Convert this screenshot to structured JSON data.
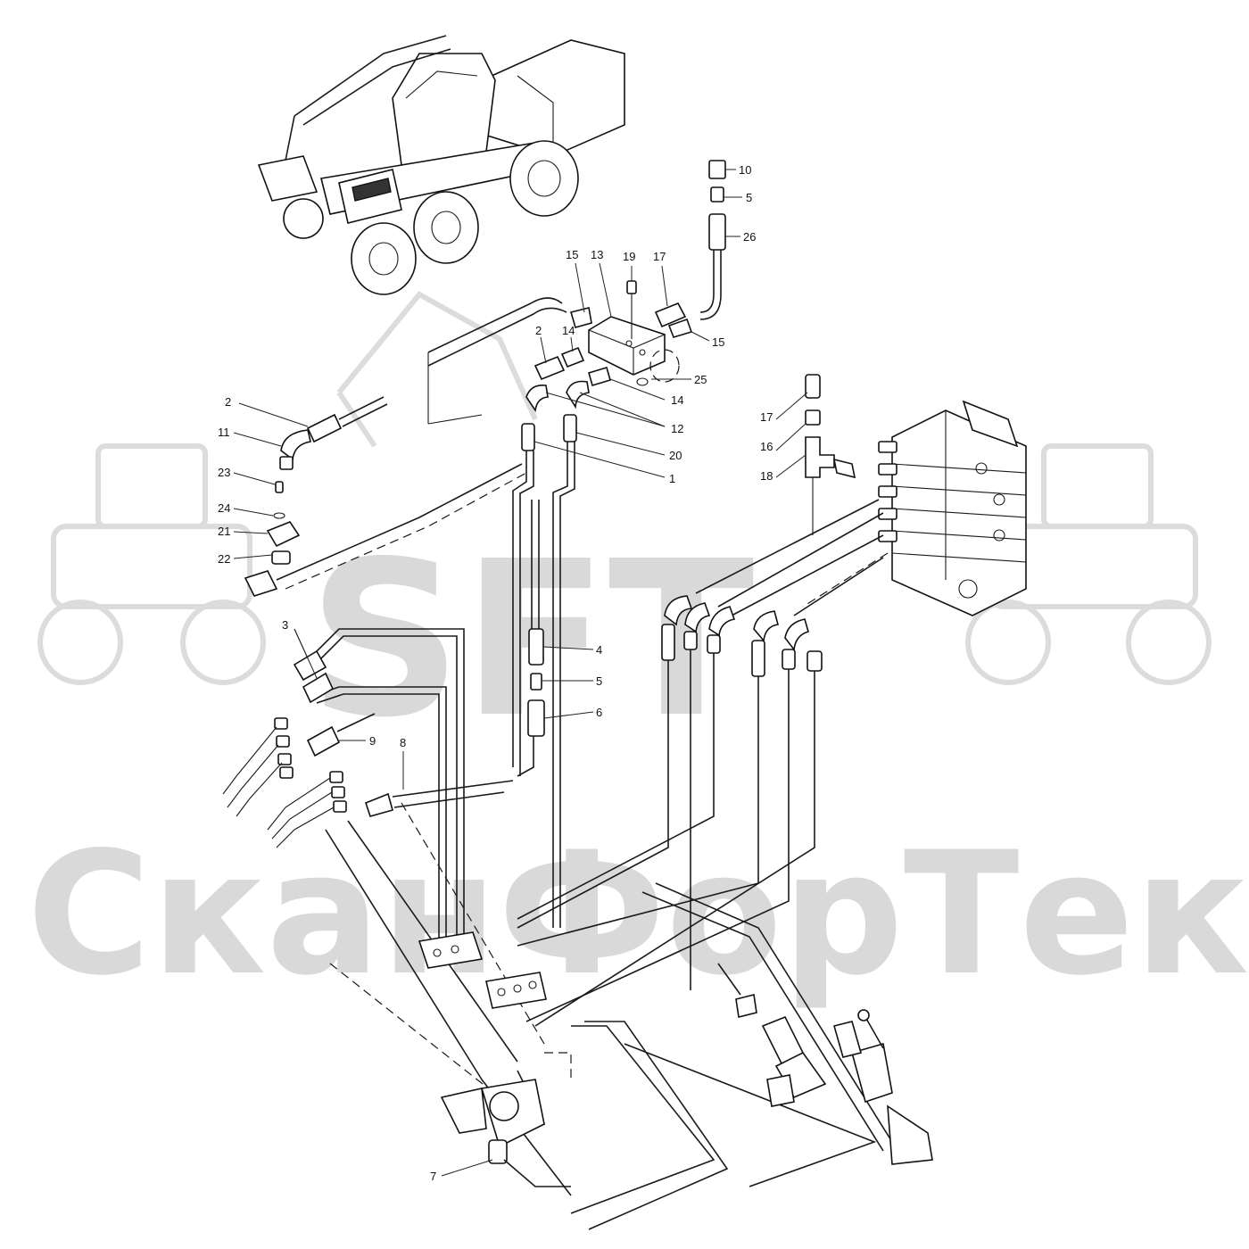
{
  "watermark": {
    "logo_text": "SFT",
    "company_text": "СканФорТек"
  },
  "callouts": [
    {
      "id": "c10",
      "label": "10"
    },
    {
      "id": "c5a",
      "label": "5"
    },
    {
      "id": "c26",
      "label": "26"
    },
    {
      "id": "c15a",
      "label": "15"
    },
    {
      "id": "c13",
      "label": "13"
    },
    {
      "id": "c19",
      "label": "19"
    },
    {
      "id": "c17a",
      "label": "17"
    },
    {
      "id": "c15b",
      "label": "15"
    },
    {
      "id": "c2a",
      "label": "2"
    },
    {
      "id": "c14a",
      "label": "14"
    },
    {
      "id": "c25",
      "label": "25"
    },
    {
      "id": "c14b",
      "label": "14"
    },
    {
      "id": "c12",
      "label": "12"
    },
    {
      "id": "c20",
      "label": "20"
    },
    {
      "id": "c1",
      "label": "1"
    },
    {
      "id": "c2b",
      "label": "2"
    },
    {
      "id": "c11",
      "label": "11"
    },
    {
      "id": "c23",
      "label": "23"
    },
    {
      "id": "c24",
      "label": "24"
    },
    {
      "id": "c21",
      "label": "21"
    },
    {
      "id": "c22",
      "label": "22"
    },
    {
      "id": "c17b",
      "label": "17"
    },
    {
      "id": "c16",
      "label": "16"
    },
    {
      "id": "c18",
      "label": "18"
    },
    {
      "id": "c3",
      "label": "3"
    },
    {
      "id": "c4",
      "label": "4"
    },
    {
      "id": "c5b",
      "label": "5"
    },
    {
      "id": "c6",
      "label": "6"
    },
    {
      "id": "c9",
      "label": "9"
    },
    {
      "id": "c8",
      "label": "8"
    },
    {
      "id": "c7",
      "label": "7"
    }
  ]
}
